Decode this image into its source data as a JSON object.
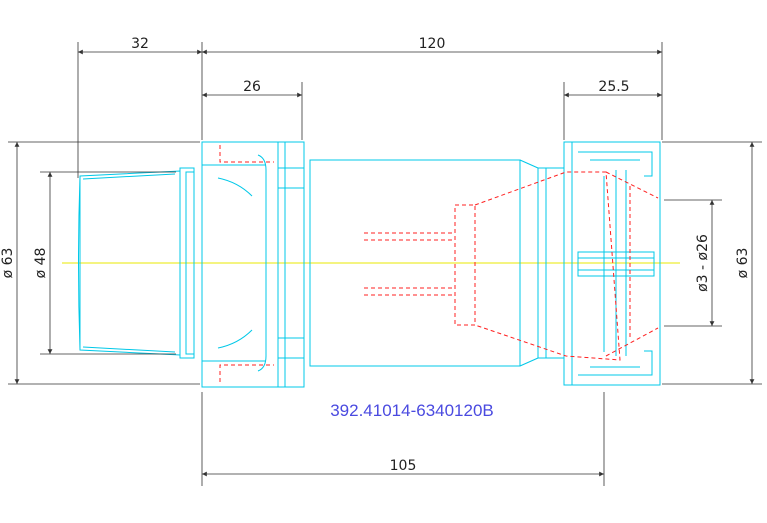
{
  "drawing": {
    "part_number": "392.41014-6340120B",
    "dimensions": {
      "top_left": "32",
      "overall_length": "120",
      "flange_length": "26",
      "nut_length": "25.5",
      "body_length": "105",
      "left_outer_dia": "ø 63",
      "left_inner_dia": "ø 48",
      "collet_range": "ø3 - ø26",
      "right_outer_dia": "ø 63"
    },
    "colors": {
      "outline": "#00c8e8",
      "hidden": "#ff2020",
      "centerline": "#e8e800",
      "dimension": "#333333",
      "part_number": "#4a4ae0"
    }
  }
}
